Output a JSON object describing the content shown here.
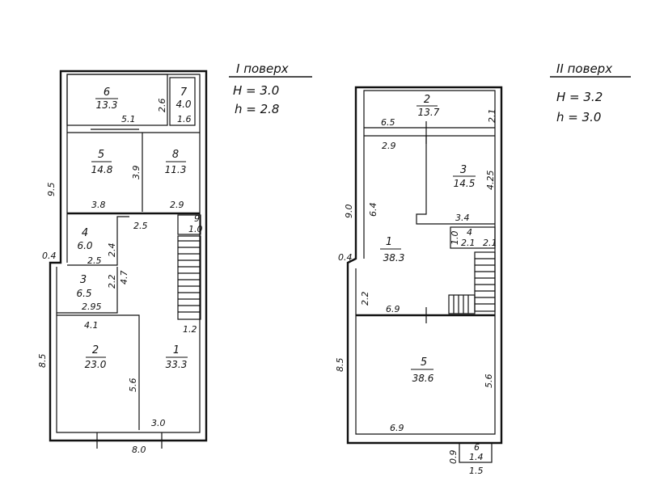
{
  "floor1": {
    "title": "I поверх",
    "height_H": "H = 3.0",
    "height_h": "h = 2.8",
    "rooms": [
      {
        "number": "1",
        "area": "33.3"
      },
      {
        "number": "2",
        "area": "23.0"
      },
      {
        "number": "3",
        "area": "6.5"
      },
      {
        "number": "4",
        "area": "6.0"
      },
      {
        "number": "5",
        "area": "14.8"
      },
      {
        "number": "6",
        "area": "13.3"
      },
      {
        "number": "7",
        "area": "4.0"
      },
      {
        "number": "8",
        "area": "11.3"
      },
      {
        "number": "9",
        "area": "1.0"
      }
    ],
    "dims": {
      "d95": "9.5",
      "d04": "0.4",
      "d85": "8.5",
      "d80": "8.0",
      "d30": "3.0",
      "d12": "1.2",
      "d56": "5.6",
      "d41": "4.1",
      "d295": "2.95",
      "d22": "2.2",
      "d47": "4.7",
      "d25a": "2.5",
      "d24": "2.4",
      "d25b": "2.5",
      "d38": "3.8",
      "d29": "2.9",
      "d39": "3.9",
      "d51": "5.1",
      "d26": "2.6",
      "d16": "1.6",
      "d9": "1.0"
    }
  },
  "floor2": {
    "title": "II поверх",
    "height_H": "H = 3.2",
    "height_h": "h = 3.0",
    "rooms": [
      {
        "number": "1",
        "area": "38.3"
      },
      {
        "number": "2",
        "area": "13.7"
      },
      {
        "number": "3",
        "area": "14.5"
      },
      {
        "number": "4",
        "area": "2.1"
      },
      {
        "number": "5",
        "area": "38.6"
      },
      {
        "number": "6",
        "area": "1.4"
      }
    ],
    "dims": {
      "d90": "9.0",
      "d04": "0.4",
      "d85": "8.5",
      "d65": "6.5",
      "d21": "2.1",
      "d29": "2.9",
      "d425": "4.25",
      "d64": "6.4",
      "d34": "3.4",
      "d10": "1.0",
      "d21b": "2.1",
      "d22": "2.2",
      "d69a": "6.9",
      "d69b": "6.9",
      "d56": "5.6",
      "d09": "0.9",
      "d15": "1.5"
    }
  }
}
